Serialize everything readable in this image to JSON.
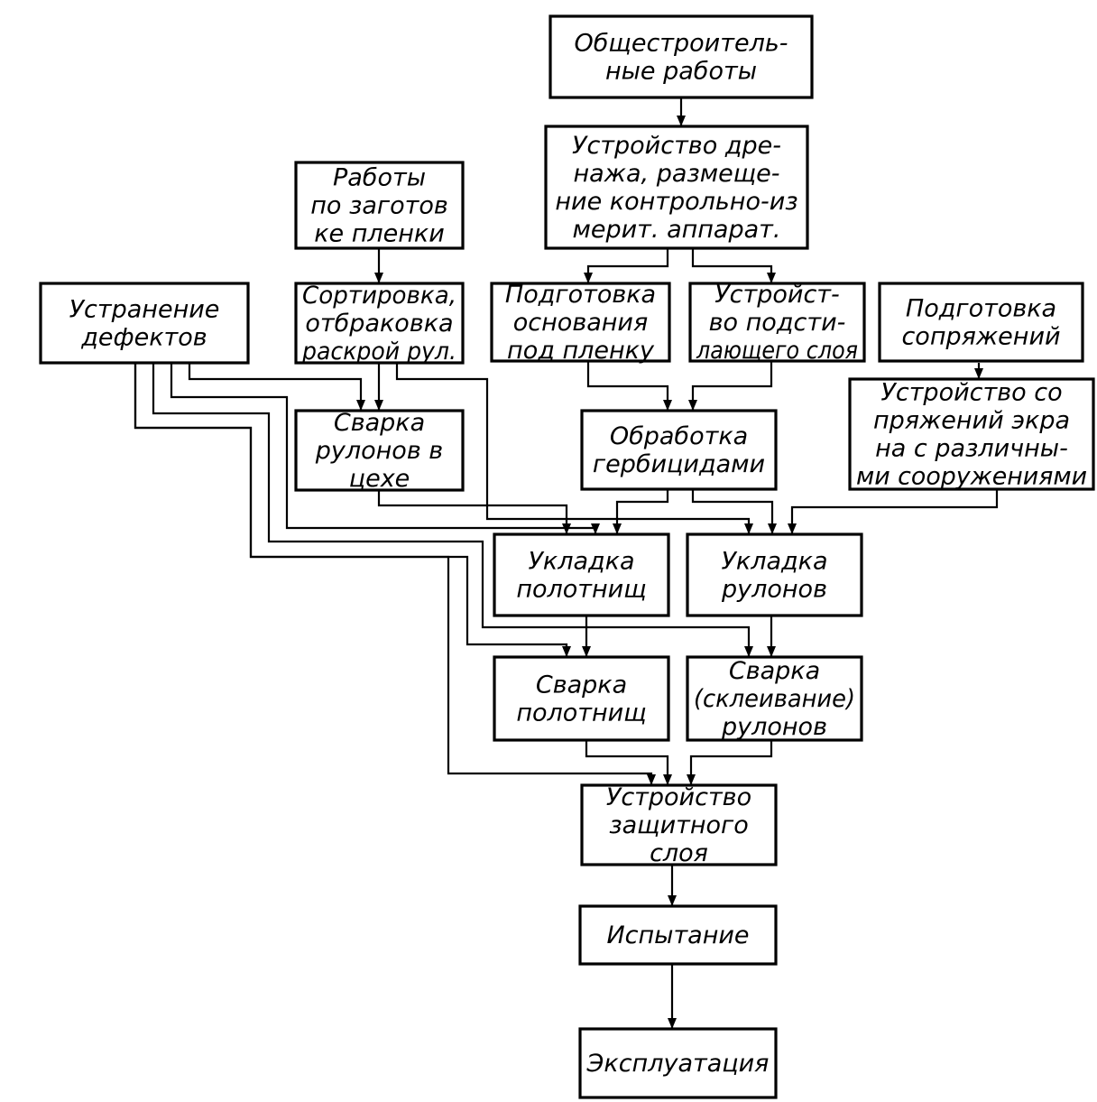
{
  "nodes": {
    "general_construction": [
      "Общестроитель-",
      "ные работы"
    ],
    "drainage": [
      "Устройство дре-",
      "нажа, размеще-",
      "ние контрольно-из",
      "мерит. аппарат."
    ],
    "film_prep": [
      "Работы",
      "по заготов",
      "ке пленки"
    ],
    "defects": [
      "Устранение",
      "дефектов"
    ],
    "sorting": [
      "Сортировка,",
      "отбраковка",
      "раскрой рул."
    ],
    "base_prep": [
      "Подготовка",
      "основания",
      "под пленку"
    ],
    "underlay": [
      "Устройст-",
      "во подсти-",
      "лающего слоя"
    ],
    "junction_prep": [
      "Подготовка",
      "сопряжений"
    ],
    "junction_device": [
      "Устройство со",
      "пряжений экра",
      "на с различны-",
      "ми сооружениями"
    ],
    "shop_welding": [
      "Сварка",
      "рулонов в",
      "цехе"
    ],
    "herbicides": [
      "Обработка",
      "гербицидами"
    ],
    "lay_panels": [
      "Укладка",
      "полотнищ"
    ],
    "lay_rolls": [
      "Укладка",
      "рулонов"
    ],
    "weld_panels": [
      "Сварка",
      "полотнищ"
    ],
    "weld_rolls": [
      "Сварка",
      "(склеивание)",
      "рулонов"
    ],
    "protective_layer": [
      "Устройство",
      "защитного",
      "слоя"
    ],
    "testing": [
      "Испытание"
    ],
    "operation": [
      "Эксплуатация"
    ]
  },
  "edges": [
    [
      "general_construction",
      "drainage"
    ],
    [
      "drainage",
      "base_prep"
    ],
    [
      "drainage",
      "underlay"
    ],
    [
      "film_prep",
      "sorting"
    ],
    [
      "sorting",
      "shop_welding"
    ],
    [
      "sorting",
      "lay_rolls"
    ],
    [
      "junction_prep",
      "junction_device"
    ],
    [
      "base_prep",
      "herbicides"
    ],
    [
      "underlay",
      "herbicides"
    ],
    [
      "herbicides",
      "lay_panels"
    ],
    [
      "herbicides",
      "lay_rolls"
    ],
    [
      "shop_welding",
      "lay_panels"
    ],
    [
      "junction_device",
      "lay_rolls"
    ],
    [
      "lay_panels",
      "weld_panels"
    ],
    [
      "lay_rolls",
      "weld_rolls"
    ],
    [
      "weld_panels",
      "protective_layer"
    ],
    [
      "weld_rolls",
      "protective_layer"
    ],
    [
      "protective_layer",
      "testing"
    ],
    [
      "testing",
      "operation"
    ],
    [
      "defects",
      "shop_welding"
    ],
    [
      "defects",
      "lay_panels"
    ],
    [
      "defects",
      "lay_rolls"
    ],
    [
      "defects",
      "weld_panels"
    ],
    [
      "defects",
      "weld_rolls"
    ],
    [
      "defects",
      "protective_layer"
    ]
  ],
  "colors": {
    "line": "#000000",
    "background": "#ffffff"
  }
}
